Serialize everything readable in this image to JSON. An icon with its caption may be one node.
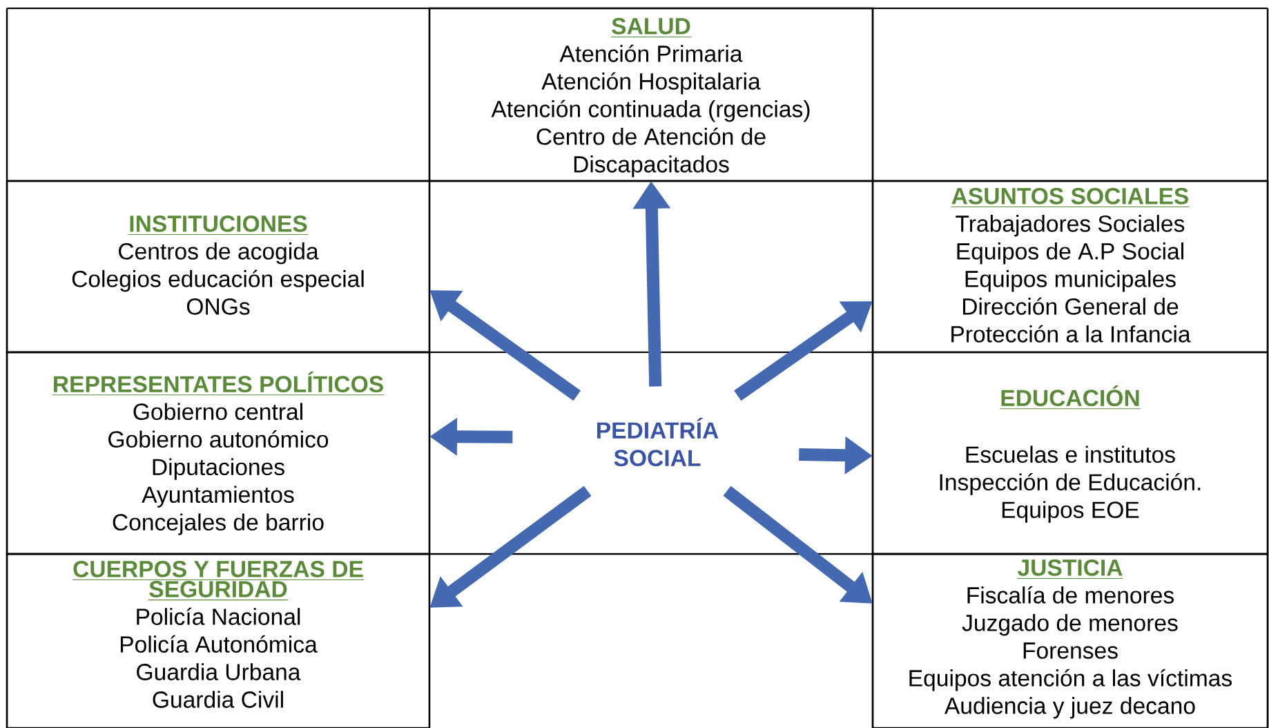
{
  "diagram": {
    "nodes": [
      {
        "text": [
          "SALUD",
          "Atención Primaria",
          "Atención Hospitalaria",
          "Atención continuada (rgencias)",
          "Centro de Atención de Discapacitados"
        ]
      },
      {
        "text": [
          "INSTITUCIONES",
          "Centros de acogida",
          "Colegios educación especial",
          "ONGs"
        ]
      },
      {
        "text": [
          "ASUNTOS SOCIALES",
          "Trabajadores Sociales",
          "Equipos de A.P Social",
          "Equipos municipales",
          "Dirección General de Protección a la Infancia"
        ]
      },
      {
        "text": [
          "REPRESENTATES POLÍTICOS",
          "Gobierno central",
          "Gobierno autonómico",
          "Diputaciones",
          "Ayuntamientos",
          "Concejales de barrio"
        ]
      },
      {
        "text": [
          "PEDIATRÍA SOCIAL"
        ]
      },
      {
        "text": [
          "EDUCACIÓN",
          "Escuelas e institutos",
          "Inspección de Educación.",
          "Equipos EOE"
        ]
      },
      {
        "text": [
          "CUERPOS Y FUERZAS DE SEGURIDAD",
          "Policía Nacional",
          "Policía Autonómica",
          "Guardia Urbana",
          "Guardia Civil"
        ]
      },
      {
        "text": [
          "JUSTICIA",
          "Fiscalía de menores",
          "Juzgado de menores",
          "Forenses",
          "Equipos atención a las víctimas",
          "Audiencia y juez decano"
        ]
      }
    ],
    "edges": [
      {
        "from": 4,
        "to": 0,
        "arrow": "to"
      },
      {
        "from": 4,
        "to": 1,
        "arrow": "to"
      },
      {
        "from": 4,
        "to": 2,
        "arrow": "to"
      },
      {
        "from": 4,
        "to": 3,
        "arrow": "to"
      },
      {
        "from": 4,
        "to": 5,
        "arrow": "to"
      },
      {
        "from": 4,
        "to": 6,
        "arrow": "to"
      },
      {
        "from": 4,
        "to": 7,
        "arrow": "to"
      }
    ]
  }
}
